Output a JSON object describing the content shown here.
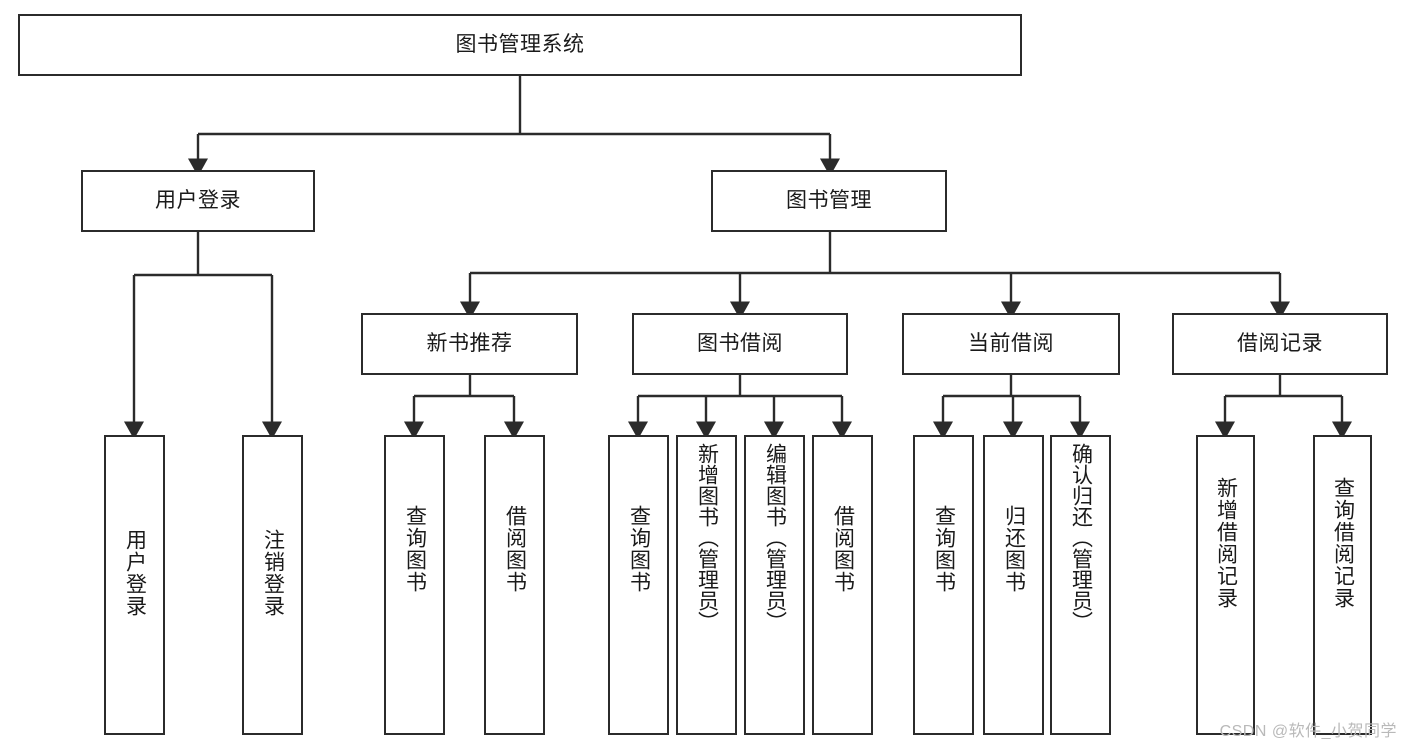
{
  "diagram": {
    "title": "图书管理系统",
    "type": "tree-hierarchy",
    "root": {
      "id": "root",
      "label": "图书管理系统"
    },
    "level2": [
      {
        "id": "user-login",
        "label": "用户登录"
      },
      {
        "id": "book-manage",
        "label": "图书管理"
      }
    ],
    "level3": [
      {
        "id": "new-book-rec",
        "label": "新书推荐"
      },
      {
        "id": "book-borrow",
        "label": "图书借阅"
      },
      {
        "id": "current-borrow",
        "label": "当前借阅"
      },
      {
        "id": "borrow-record",
        "label": "借阅记录"
      }
    ],
    "leaves": {
      "user-login": [
        {
          "id": "leaf-user-login",
          "label": "用户登录"
        },
        {
          "id": "leaf-logout",
          "label": "注销登录"
        }
      ],
      "new-book-rec": [
        {
          "id": "leaf-query-book-1",
          "label": "查询图书"
        },
        {
          "id": "leaf-borrow-book-1",
          "label": "借阅图书"
        }
      ],
      "book-borrow": [
        {
          "id": "leaf-query-book-2",
          "label": "查询图书"
        },
        {
          "id": "leaf-add-book",
          "label": "新增图书（管理员）"
        },
        {
          "id": "leaf-edit-book",
          "label": "编辑图书（管理员）"
        },
        {
          "id": "leaf-borrow-book-2",
          "label": "借阅图书"
        }
      ],
      "current-borrow": [
        {
          "id": "leaf-query-book-3",
          "label": "查询图书"
        },
        {
          "id": "leaf-return-book",
          "label": "归还图书"
        },
        {
          "id": "leaf-confirm-return",
          "label": "确认归还（管理员）"
        }
      ],
      "borrow-record": [
        {
          "id": "leaf-add-record",
          "label": "新增借阅记录"
        },
        {
          "id": "leaf-query-record",
          "label": "查询借阅记录"
        }
      ]
    }
  },
  "watermark": {
    "text": "CSDN @软件_小贺同学"
  },
  "colors": {
    "stroke": "#2b2b2b",
    "fill": "#ffffff",
    "text": "#1a1a1a",
    "watermark": "#b9b9b9"
  }
}
